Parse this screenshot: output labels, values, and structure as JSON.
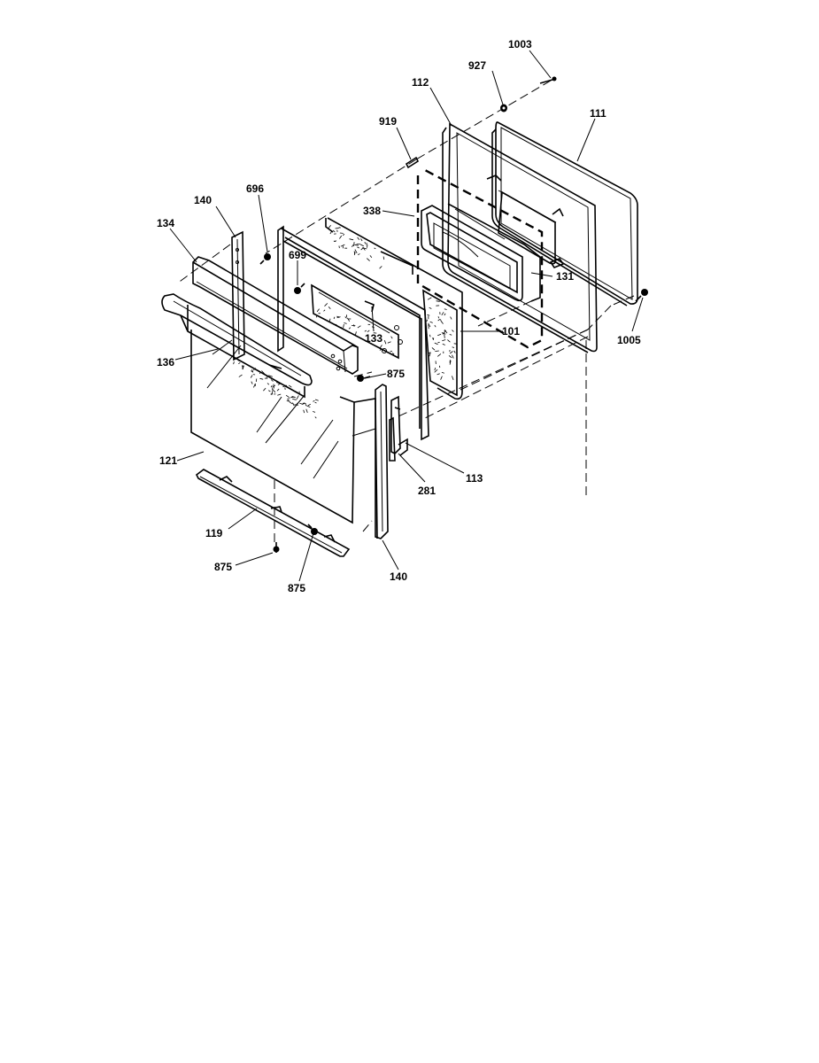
{
  "diagram": {
    "parts": [
      {
        "id": "p1003",
        "label": "1003"
      },
      {
        "id": "p927",
        "label": "927"
      },
      {
        "id": "p112",
        "label": "112"
      },
      {
        "id": "p111",
        "label": "111"
      },
      {
        "id": "p919",
        "label": "919"
      },
      {
        "id": "p140a",
        "label": "140"
      },
      {
        "id": "p696",
        "label": "696"
      },
      {
        "id": "p338",
        "label": "338"
      },
      {
        "id": "p134",
        "label": "134"
      },
      {
        "id": "p699",
        "label": "699"
      },
      {
        "id": "p131",
        "label": "131"
      },
      {
        "id": "p133",
        "label": "133"
      },
      {
        "id": "p101",
        "label": "101"
      },
      {
        "id": "p1005",
        "label": "1005"
      },
      {
        "id": "p136",
        "label": "136"
      },
      {
        "id": "p875a",
        "label": "875"
      },
      {
        "id": "p121",
        "label": "121"
      },
      {
        "id": "p281",
        "label": "281"
      },
      {
        "id": "p113",
        "label": "113"
      },
      {
        "id": "p119",
        "label": "119"
      },
      {
        "id": "p875b",
        "label": "875"
      },
      {
        "id": "p875c",
        "label": "875"
      },
      {
        "id": "p140b",
        "label": "140"
      }
    ]
  }
}
